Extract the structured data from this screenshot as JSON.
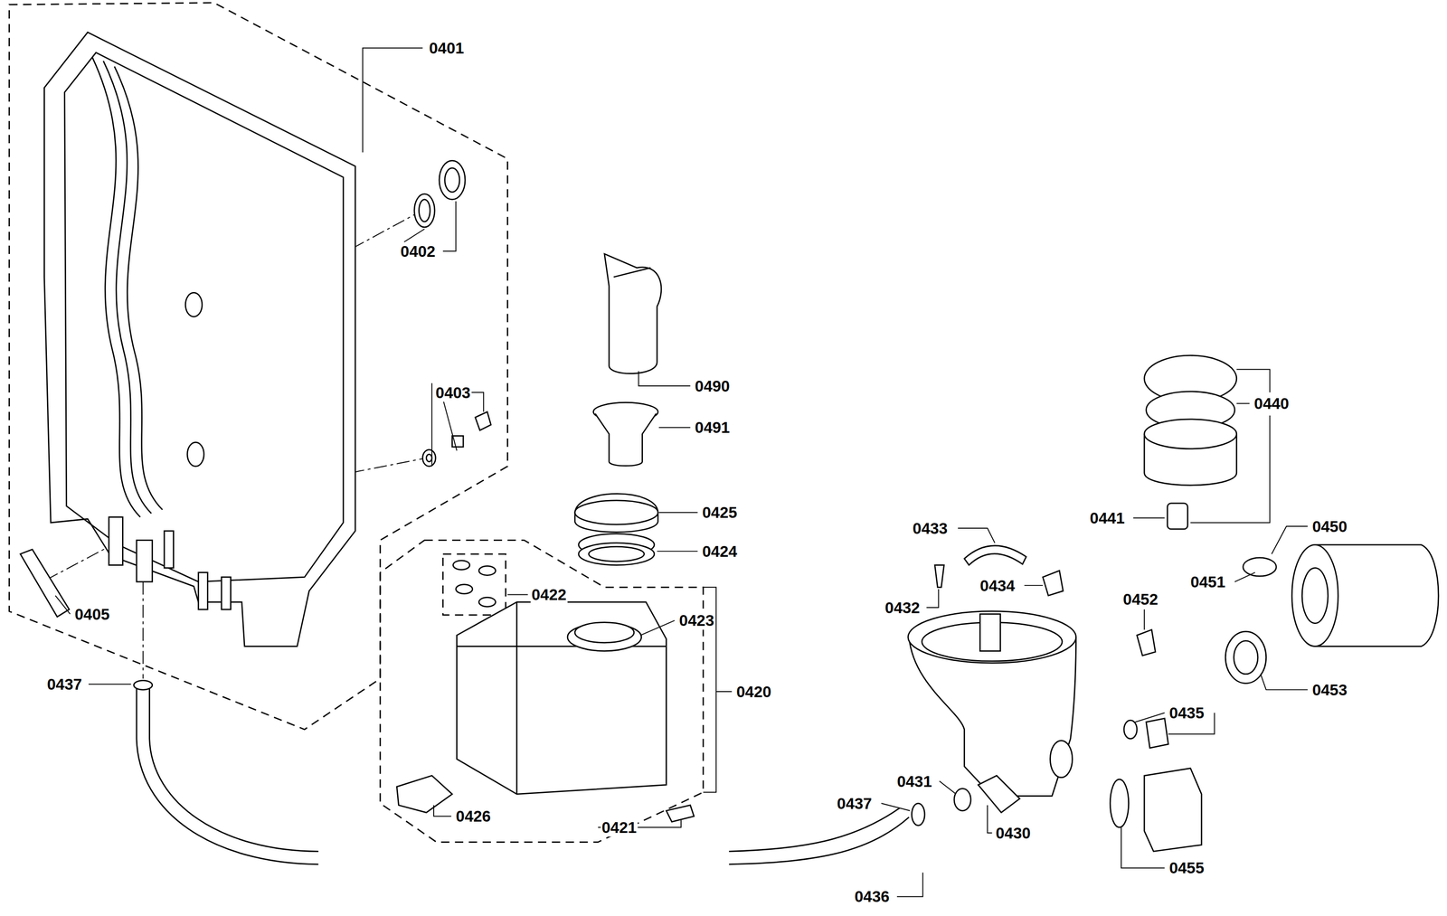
{
  "diagram": {
    "labels": [
      "0401",
      "0402",
      "0403",
      "0405",
      "0437",
      "0490",
      "0491",
      "0425",
      "0424",
      "0422",
      "0423",
      "0420",
      "0426",
      "0421",
      "0440",
      "0441",
      "0433",
      "0432",
      "0434",
      "0450",
      "0451",
      "0452",
      "0453",
      "0435",
      "0455",
      "0431",
      "0437",
      "0430",
      "0436"
    ]
  }
}
